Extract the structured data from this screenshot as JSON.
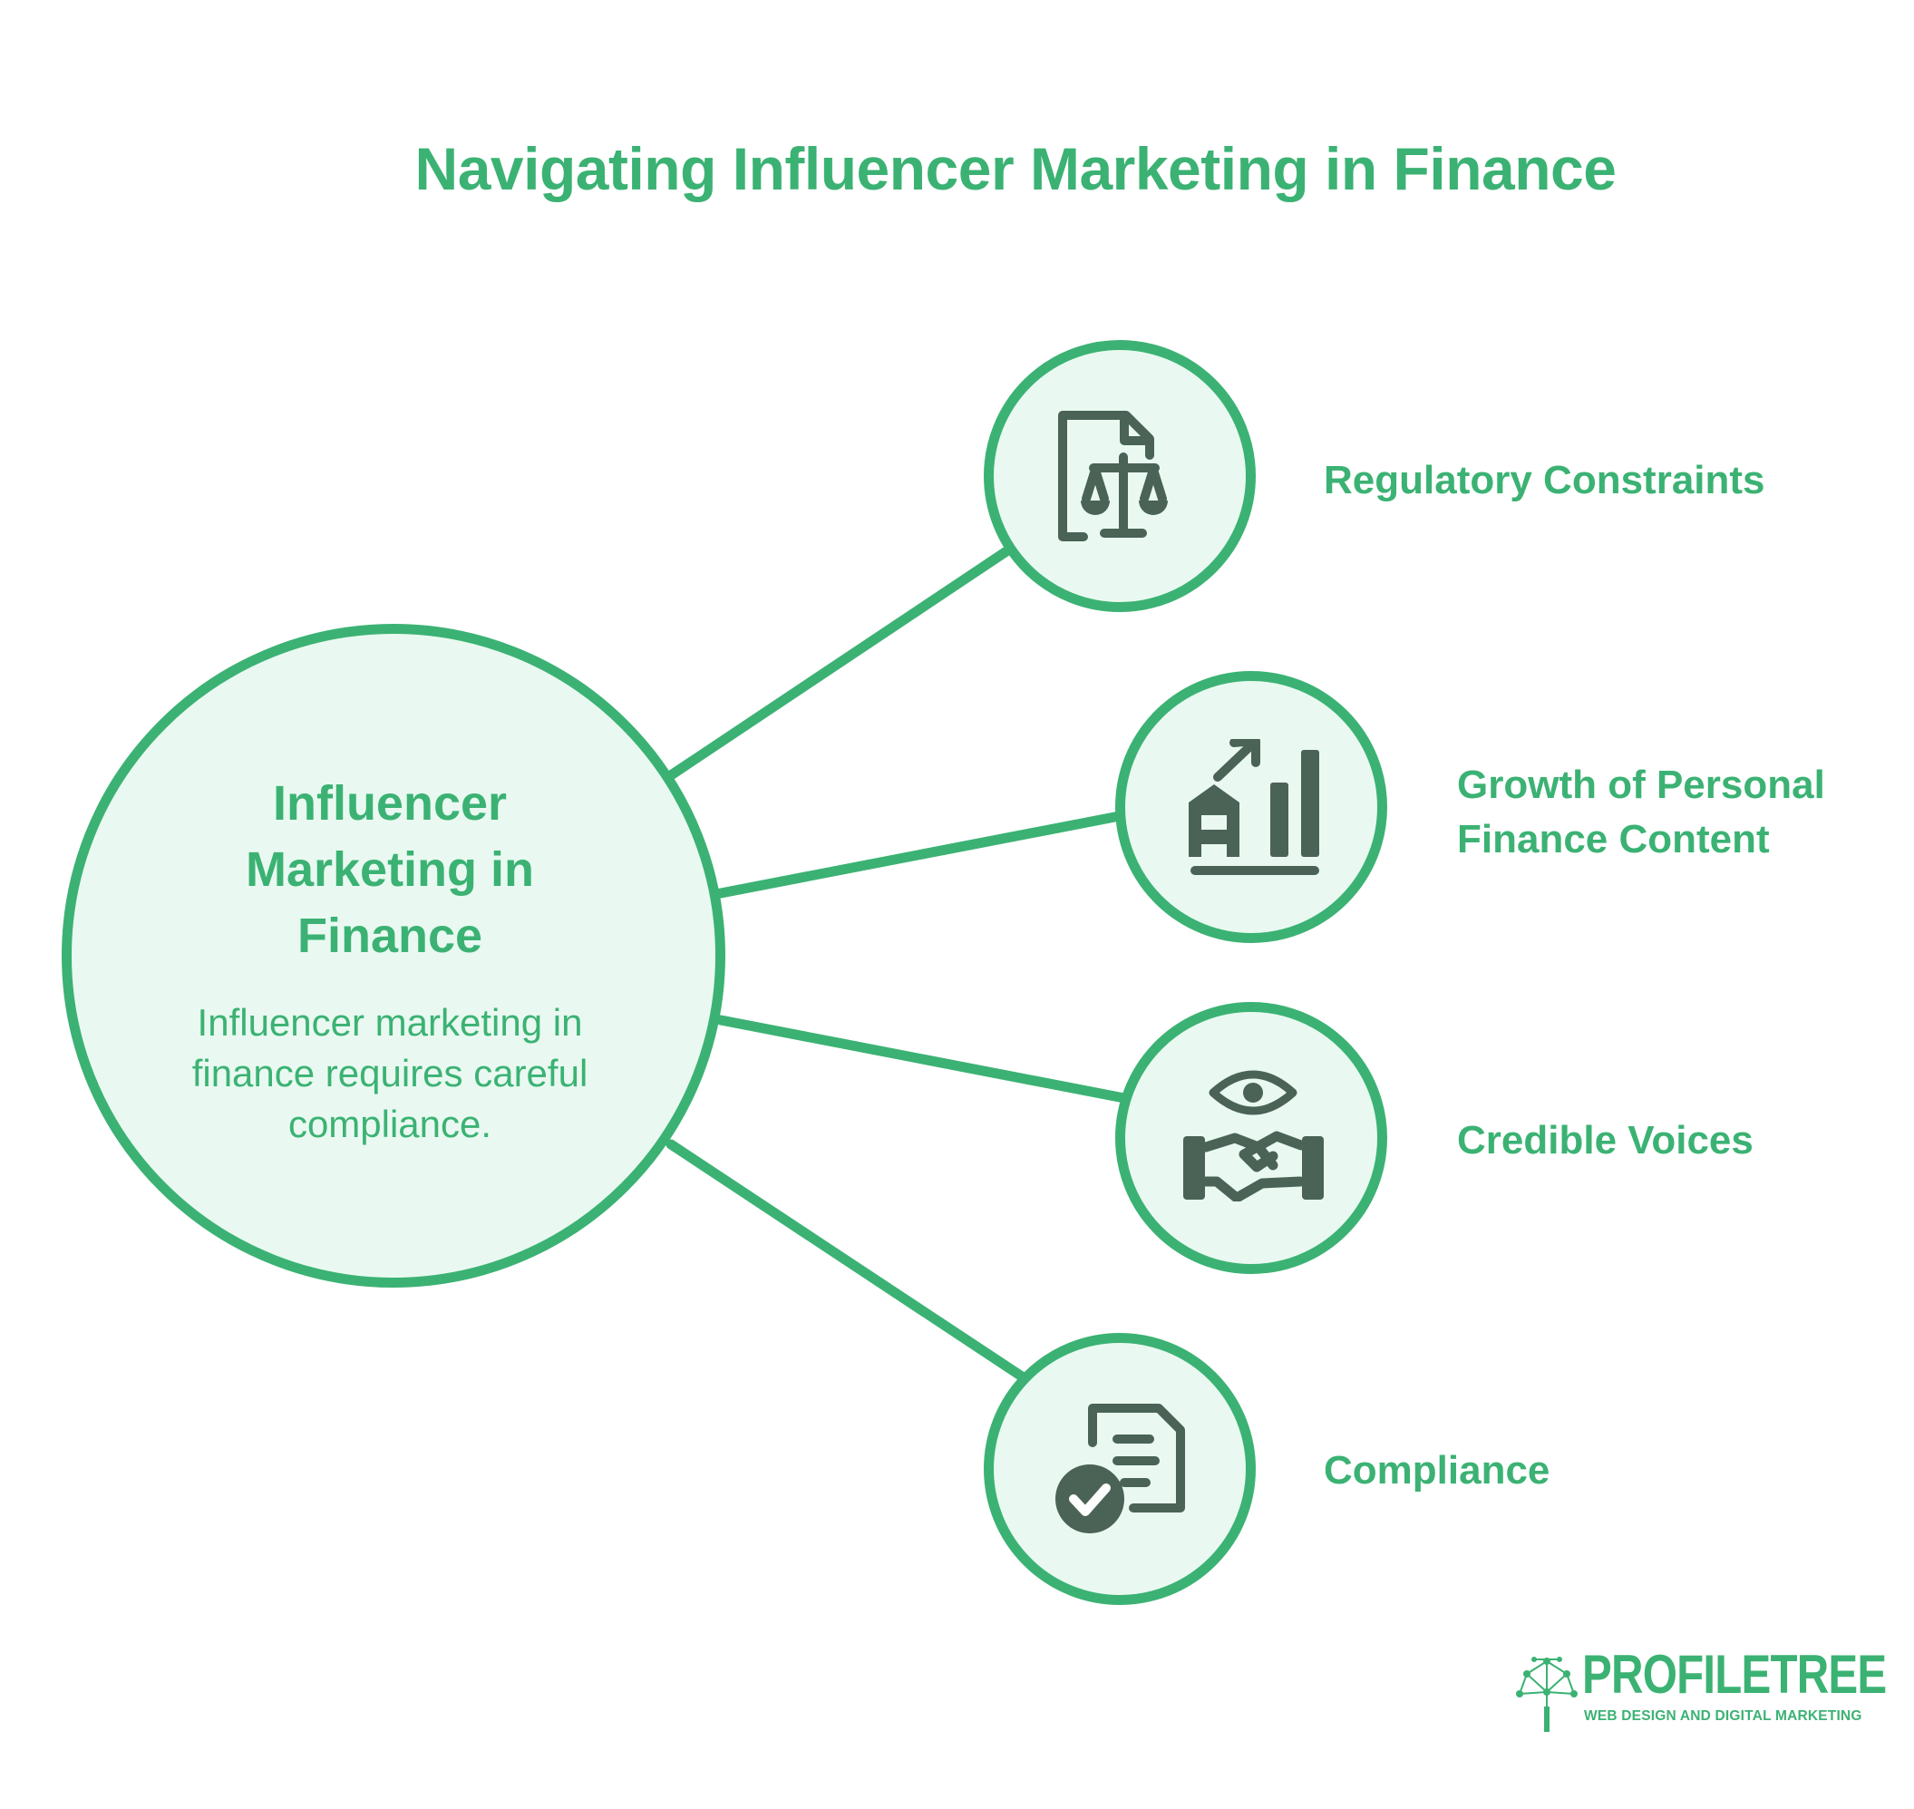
{
  "title": "Navigating Influencer Marketing in Finance",
  "center": {
    "title_lines": [
      "Influencer",
      "Marketing in",
      "Finance"
    ],
    "description_lines": [
      "Influencer marketing in",
      "finance requires careful",
      "compliance."
    ]
  },
  "branches": [
    {
      "label_lines": [
        "Regulatory Constraints"
      ],
      "icon": "document-scales-icon"
    },
    {
      "label_lines": [
        "Growth of Personal",
        "Finance Content"
      ],
      "icon": "growth-chart-icon"
    },
    {
      "label_lines": [
        "Credible Voices"
      ],
      "icon": "eye-handshake-icon"
    },
    {
      "label_lines": [
        "Compliance"
      ],
      "icon": "document-check-icon"
    }
  ],
  "brand": {
    "name": "PROFILETREE",
    "tagline": "WEB DESIGN AND DIGITAL MARKETING"
  },
  "colors": {
    "accent": "#3bb273",
    "node_fill": "#e9f9f1",
    "icon": "#4a6356"
  }
}
